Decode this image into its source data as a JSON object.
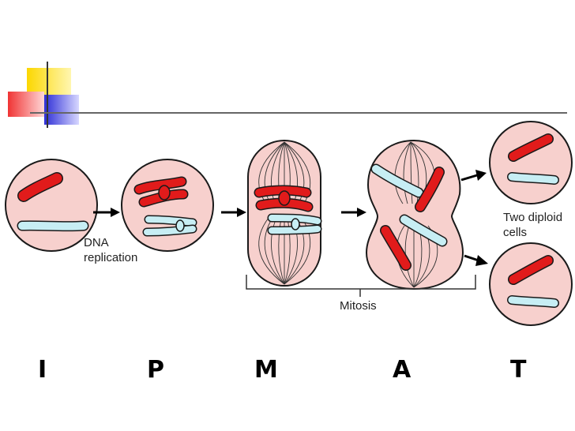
{
  "labels": {
    "dna_line1": "DNA",
    "dna_line2": "replication",
    "two_line1": "Two diploid",
    "two_line2": "cells",
    "mitosis": "Mitosis"
  },
  "stages": [
    "I",
    "P",
    "M",
    "A",
    "T"
  ],
  "colors": {
    "cell_fill": "#f7d0cd",
    "chromosome_red": "#e11b1b",
    "chromosome_blue": "#c7eef4",
    "outline": "#1a1a1a",
    "deco_yellow": "#fcd700",
    "deco_red": "#f03434",
    "deco_blue": "#3a3ad8"
  }
}
